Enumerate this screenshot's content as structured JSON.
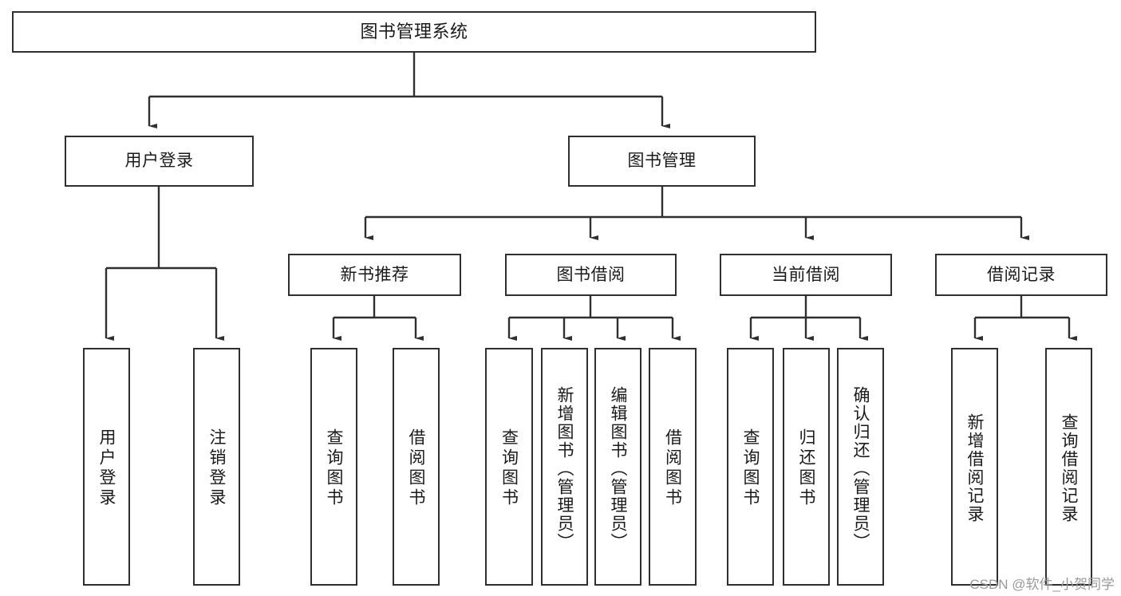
{
  "diagram": {
    "type": "tree",
    "title": "图书管理系统",
    "root": {
      "label": "图书管理系统"
    },
    "level2": [
      {
        "label": "用户登录"
      },
      {
        "label": "图书管理"
      }
    ],
    "level3": [
      {
        "label": "新书推荐"
      },
      {
        "label": "图书借阅"
      },
      {
        "label": "当前借阅"
      },
      {
        "label": "借阅记录"
      }
    ],
    "leaves": {
      "user_login": [
        {
          "label": "用户登录"
        },
        {
          "label": "注销登录"
        }
      ],
      "new_book_recommend": [
        {
          "label": "查询图书"
        },
        {
          "label": "借阅图书"
        }
      ],
      "book_borrow": [
        {
          "label": "查询图书"
        },
        {
          "label": "新增图书（管理员）"
        },
        {
          "label": "编辑图书（管理员）"
        },
        {
          "label": "借阅图书"
        }
      ],
      "current_borrow": [
        {
          "label": "查询图书"
        },
        {
          "label": "归还图书"
        },
        {
          "label": "确认归还（管理员）"
        }
      ],
      "borrow_record": [
        {
          "label": "新增借阅记录"
        },
        {
          "label": "查询借阅记录"
        }
      ]
    }
  },
  "watermark": {
    "text": "CSDN @软件_小贺同学"
  },
  "colors": {
    "box_border": "#2f2f2f",
    "box_fill": "#ffffff",
    "text": "#1a1a1a",
    "connector": "#2f2f2f",
    "watermark": "#9a9a9a"
  }
}
